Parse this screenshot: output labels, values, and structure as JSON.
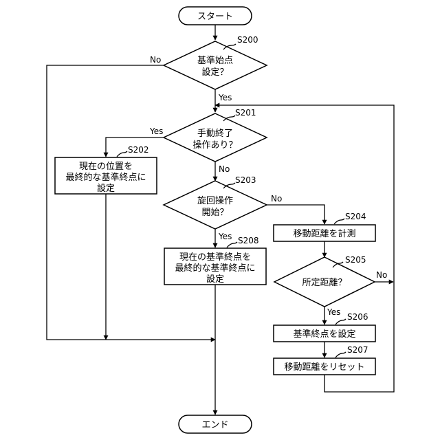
{
  "flowchart": {
    "start": "スタート",
    "end": "エンド",
    "s200": {
      "step": "S200",
      "lines": [
        "基準始点",
        "設定？"
      ],
      "yes": "Yes",
      "no": "No"
    },
    "s201": {
      "step": "S201",
      "lines": [
        "手動終了",
        "操作あり？"
      ],
      "yes": "Yes",
      "no": "No"
    },
    "s202": {
      "step": "S202",
      "lines": [
        "現在の位置を",
        "最終的な基準終点に",
        "設定"
      ]
    },
    "s203": {
      "step": "S203",
      "lines": [
        "旋回操作",
        "開始？"
      ],
      "yes": "Yes",
      "no": "No"
    },
    "s204": {
      "step": "S204",
      "text": "移動距離を計測"
    },
    "s205": {
      "step": "S205",
      "text": "所定距離？",
      "yes": "Yes",
      "no": "No"
    },
    "s206": {
      "step": "S206",
      "text": "基準終点を設定"
    },
    "s207": {
      "step": "S207",
      "text": "移動距離をリセット"
    },
    "s208": {
      "step": "S208",
      "lines": [
        "現在の基準終点を",
        "最終的な基準終点に",
        "設定"
      ]
    }
  }
}
